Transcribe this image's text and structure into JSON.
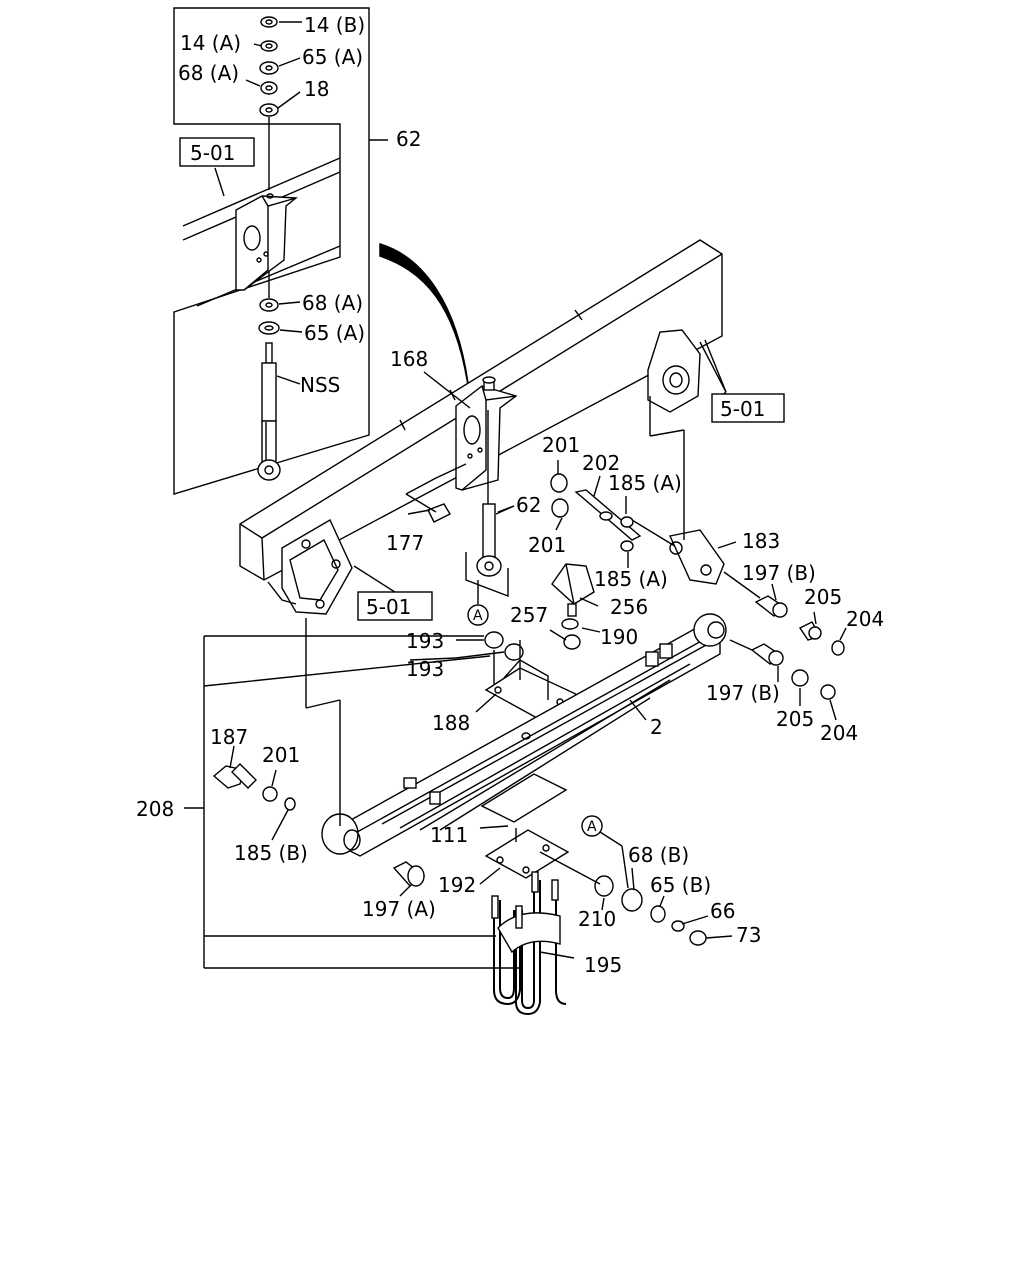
{
  "diagram": {
    "labels": {
      "l14b": "14 (B)",
      "l14a": "14 (A)",
      "l65a_top": "65 (A)",
      "l68a_top": "68 (A)",
      "l18": "18",
      "l62_box": "62",
      "ref_501_inset": "5-01",
      "l68a_mid": "68 (A)",
      "l65a_mid": "65 (A)",
      "lnss": "NSS",
      "l168": "168",
      "ref_501_right": "5-01",
      "l201_a": "201",
      "l202": "202",
      "l185a_a": "185 (A)",
      "l62": "62",
      "l177": "177",
      "l201_b": "201",
      "l183": "183",
      "l185a_b": "185 (A)",
      "l197b_a": "197 (B)",
      "ref_501_left": "5-01",
      "l257": "257",
      "l256": "256",
      "l205_a": "205",
      "l204_a": "204",
      "l193_a": "193",
      "l190": "190",
      "l193_b": "193",
      "l197b_b": "197 (B)",
      "l188": "188",
      "l2": "2",
      "l205_b": "205",
      "l204_b": "204",
      "l187": "187",
      "l201_c": "201",
      "l208": "208",
      "l185b": "185 (B)",
      "l111": "111",
      "l68b": "68 (B)",
      "l192": "192",
      "l65b": "65 (B)",
      "l197a": "197 (A)",
      "l210": "210",
      "l66": "66",
      "l73": "73",
      "l195": "195",
      "circle_a_1": "A",
      "circle_a_2": "A"
    }
  }
}
